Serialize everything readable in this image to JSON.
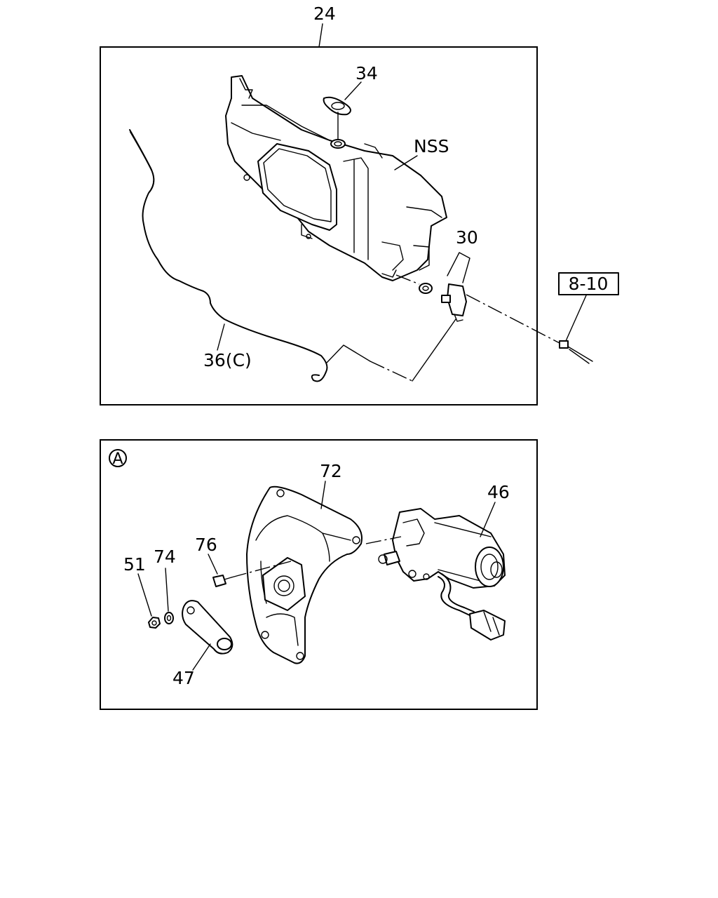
{
  "top_panel": {
    "callouts": {
      "assembly": "24",
      "cap": "34",
      "tank": "NSS",
      "pump": "30",
      "hose": "36(C)",
      "reference": "8-10"
    }
  },
  "bottom_panel": {
    "section_marker": "A",
    "callouts": {
      "bracket": "72",
      "motor": "46",
      "bolt": "76",
      "nut": "51",
      "washer": "74",
      "link_arm": "47"
    }
  }
}
